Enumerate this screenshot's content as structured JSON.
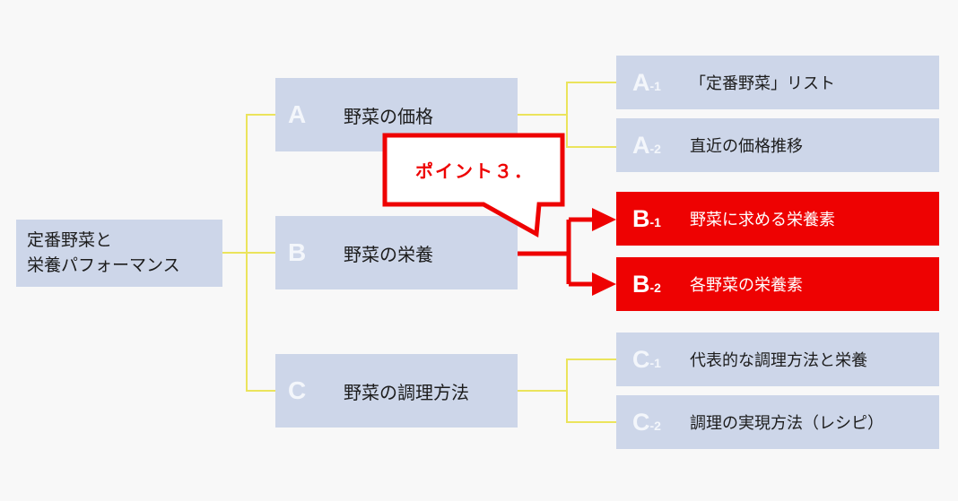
{
  "colors": {
    "background": "#f8f8f8",
    "box_blue": "#cdd6e9",
    "box_red": "#ee0202",
    "connector_yellow": "#ebe45c",
    "connector_red": "#ee0202",
    "text_dark": "#1c1c1c",
    "letter_light": "#f3f6fb"
  },
  "root": {
    "line1": "定番野菜と",
    "line2": "栄養パフォーマンス"
  },
  "mid_nodes": [
    {
      "letter": "A",
      "label": "野菜の価格"
    },
    {
      "letter": "B",
      "label": "野菜の栄養"
    },
    {
      "letter": "C",
      "label": "野菜の調理方法"
    }
  ],
  "leaf_nodes": [
    {
      "letter": "A",
      "sub": "-1",
      "label": "「定番野菜」リスト",
      "highlight": false
    },
    {
      "letter": "A",
      "sub": "-2",
      "label": "直近の価格推移",
      "highlight": false
    },
    {
      "letter": "B",
      "sub": "-1",
      "label": "野菜に求める栄養素",
      "highlight": true
    },
    {
      "letter": "B",
      "sub": "-2",
      "label": "各野菜の栄養素",
      "highlight": true
    },
    {
      "letter": "C",
      "sub": "-1",
      "label": "代表的な調理方法と栄養",
      "highlight": false
    },
    {
      "letter": "C",
      "sub": "-2",
      "label": "調理の実現方法（レシピ）",
      "highlight": false
    }
  ],
  "callout": {
    "text": "ポイント３．"
  }
}
